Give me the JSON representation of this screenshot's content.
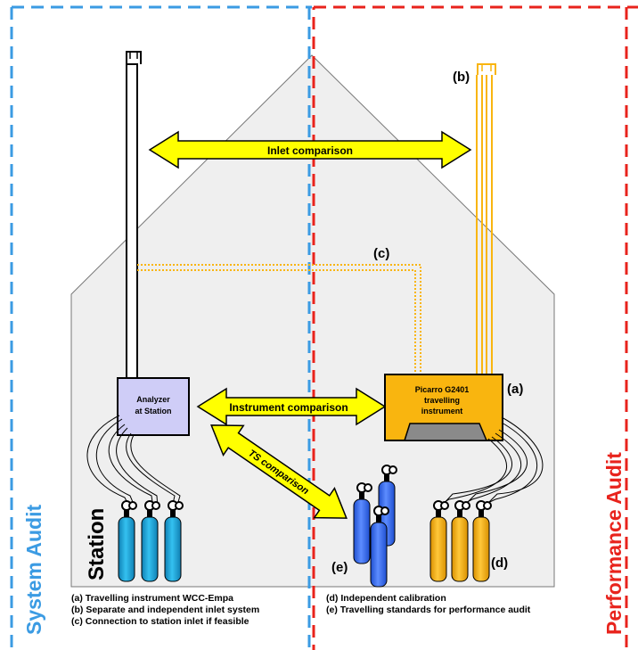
{
  "labels": {
    "system_audit": "System Audit",
    "performance_audit": "Performance Audit",
    "station": "Station",
    "inlet_comparison": "Inlet comparison",
    "instrument_comparison": "Instrument comparison",
    "ts_comparison": "TS comparison",
    "analyzer_line1": "Analyzer",
    "analyzer_line2": "at Station",
    "picarro_line1": "Picarro G2401",
    "picarro_line2": "travelling",
    "picarro_line3": "instrument",
    "marker_a": "(a)",
    "marker_b": "(b)",
    "marker_c": "(c)",
    "marker_d": "(d)",
    "marker_e": "(e)"
  },
  "legend_left": [
    "(a) Travelling instrument WCC-Empa",
    "(b) Separate and independent inlet system",
    "(c) Connection to station inlet if feasible"
  ],
  "legend_right": [
    "(d) Independent calibration",
    "(e) Travelling standards for performance audit"
  ],
  "colors": {
    "system_audit": "#3b9be3",
    "performance_audit": "#e8231c",
    "house_fill": "#efefef",
    "arrow_yellow": "#ffff00",
    "picarro_orange": "#f9b50f",
    "analyzer_lavender": "#cfcdf7",
    "cylinder_cyan": "#1ba6dc",
    "cylinder_blue": "#3a6cf1",
    "cylinder_orange": "#f9b50f"
  }
}
